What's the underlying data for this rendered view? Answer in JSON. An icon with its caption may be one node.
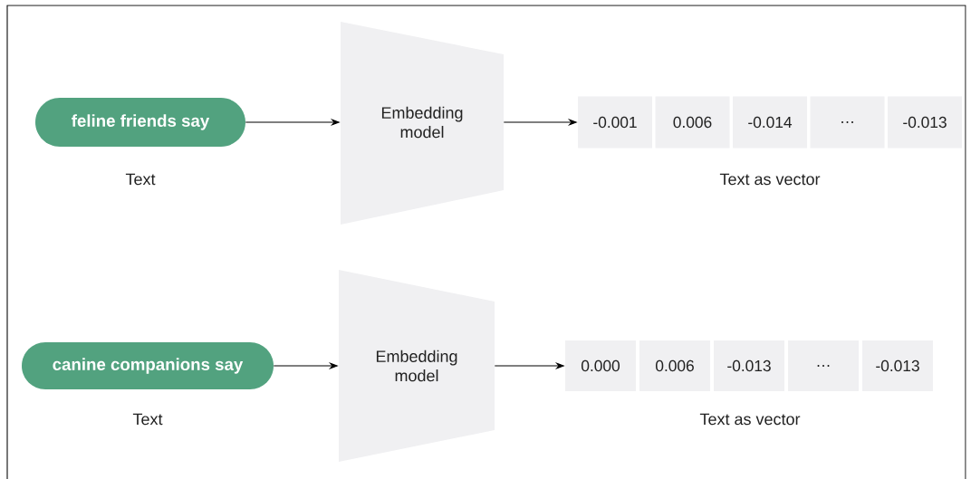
{
  "diagram": {
    "nodes": [
      {
        "text": [
          "feline friends say"
        ],
        "beside": [
          "Text"
        ]
      },
      {
        "text": [
          "Embedding model"
        ]
      },
      {
        "text": [
          "-0.001"
        ]
      },
      {
        "text": [
          "0.006"
        ]
      },
      {
        "text": [
          "-0.014"
        ]
      },
      {
        "text": [
          "…"
        ]
      },
      {
        "text": [
          "-0.013"
        ]
      },
      {
        "text": [
          "canine companions say"
        ],
        "beside": [
          "Text"
        ]
      },
      {
        "text": [
          "Embedding model"
        ]
      },
      {
        "text": [
          "0.000"
        ]
      },
      {
        "text": [
          "0.006"
        ]
      },
      {
        "text": [
          "-0.013"
        ]
      },
      {
        "text": [
          "…"
        ]
      },
      {
        "text": [
          "-0.013"
        ]
      }
    ],
    "edges": [
      {
        "from": 0,
        "to": 1,
        "arrow": "to"
      },
      {
        "from": 1,
        "to": 2,
        "arrow": "to"
      },
      {
        "from": 7,
        "to": 8,
        "arrow": "to"
      },
      {
        "from": 8,
        "to": 9,
        "arrow": "to"
      }
    ],
    "labels": [
      "Text as vector",
      "Text as vector"
    ]
  }
}
